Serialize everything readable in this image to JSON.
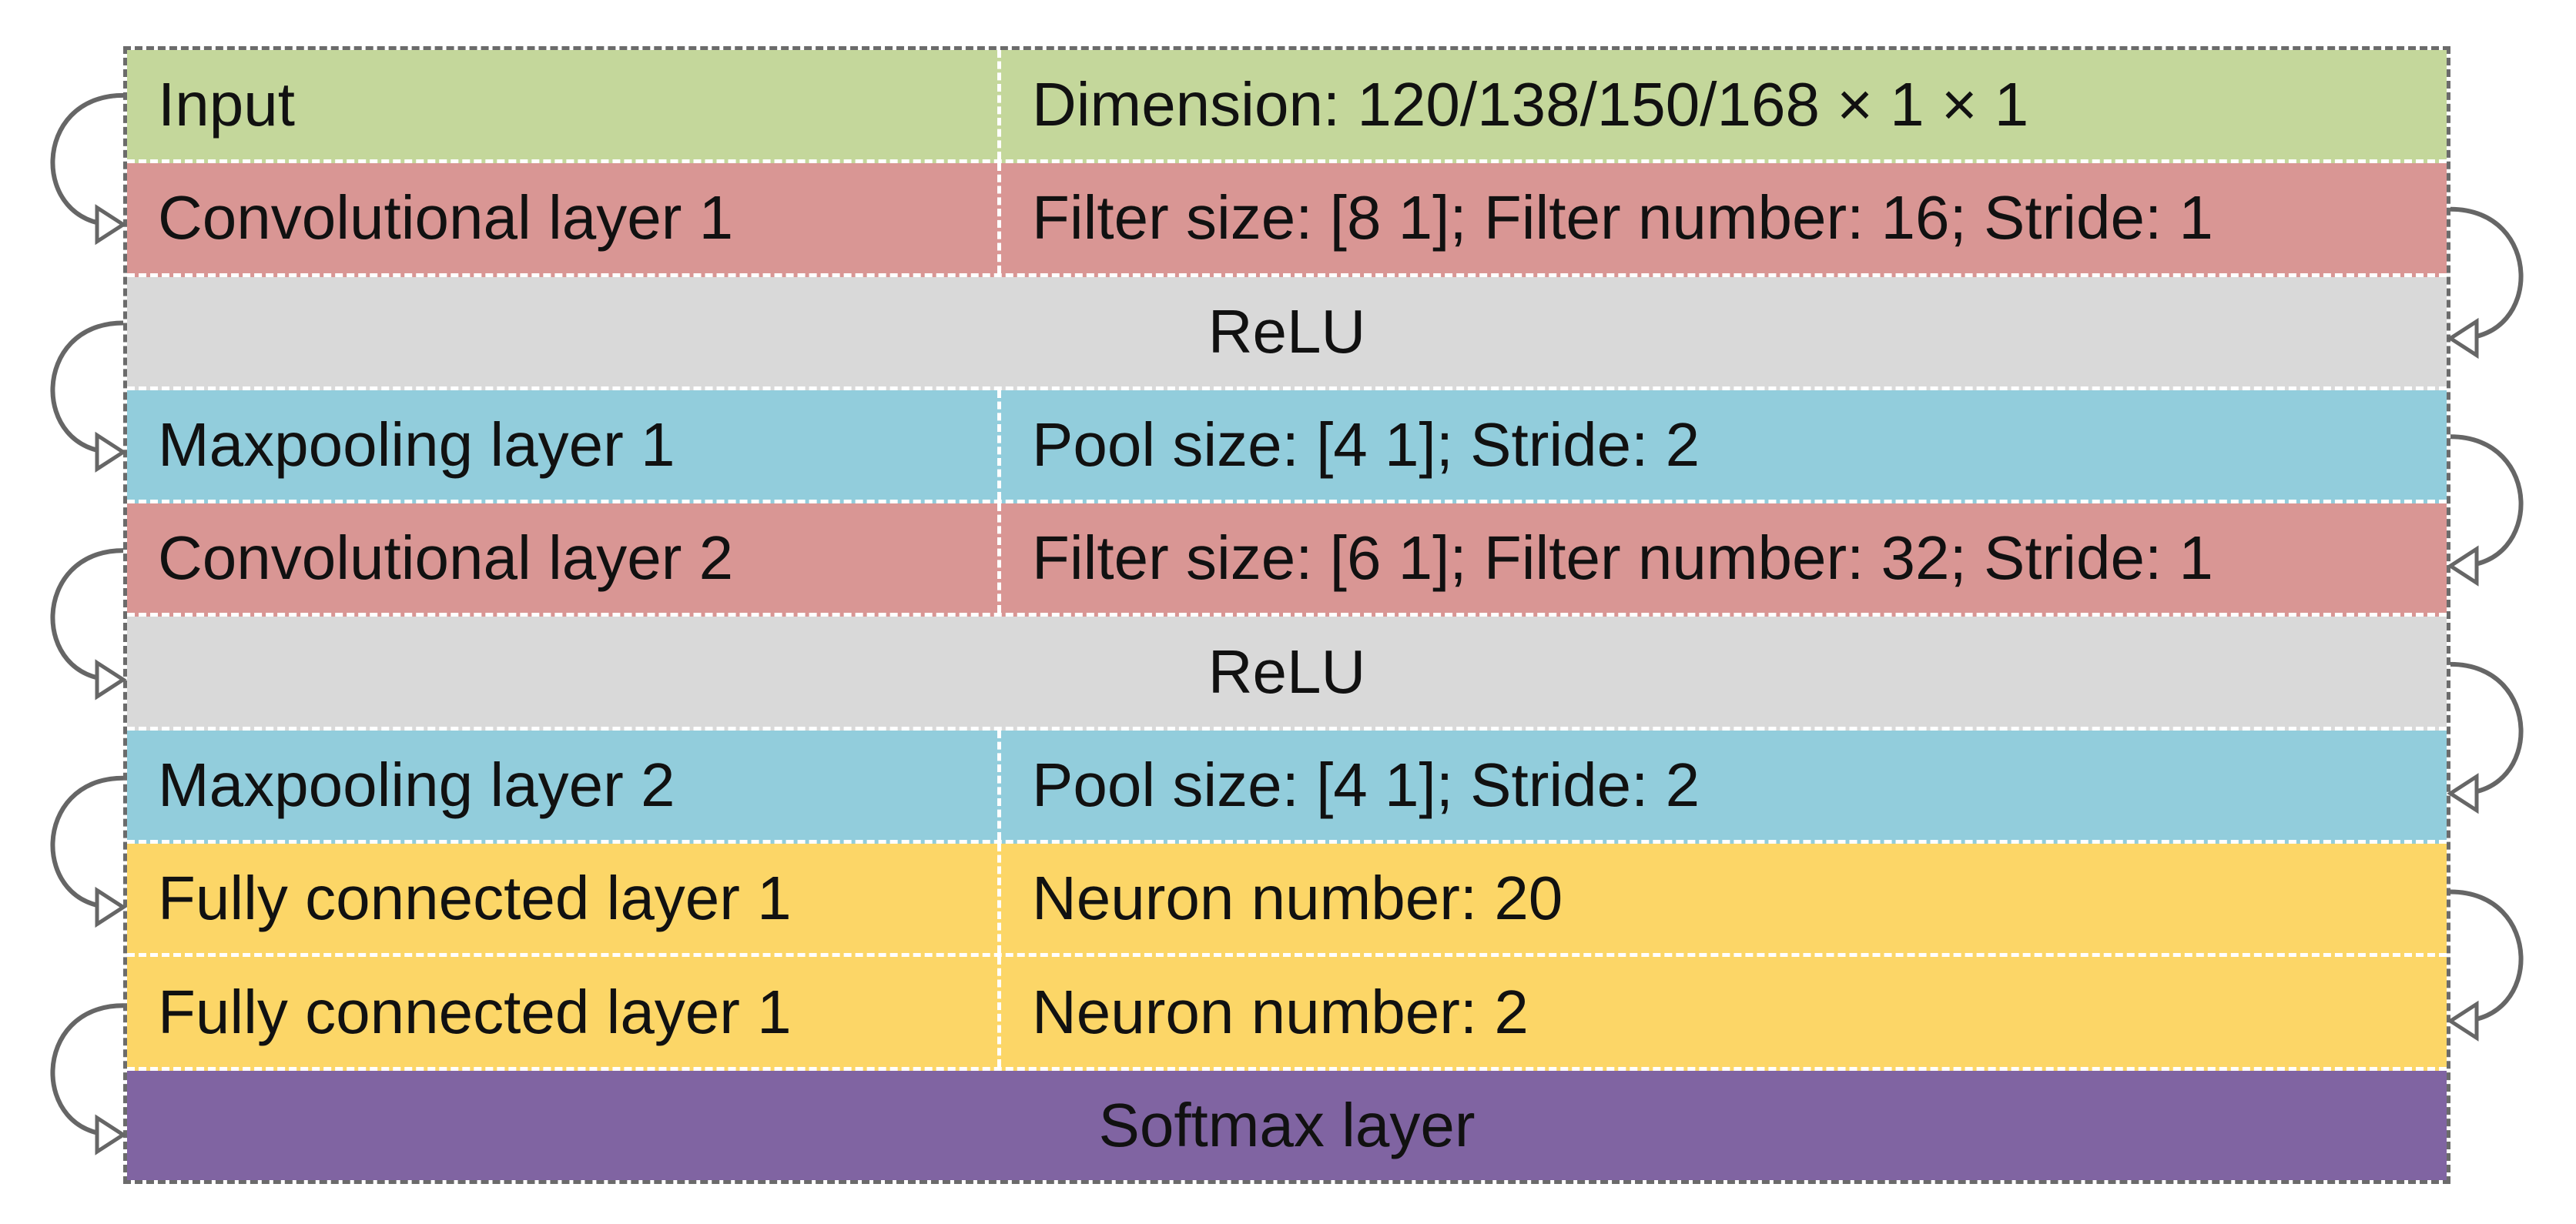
{
  "layers": [
    {
      "name": "Input",
      "desc": "Dimension: 120/138/150/168 × 1 × 1",
      "color": "#c4d79b",
      "span": false
    },
    {
      "name": "Convolutional layer 1",
      "desc": "Filter size: [8 1]; Filter number: 16; Stride: 1",
      "color": "#d99694",
      "span": false
    },
    {
      "name": "ReLU",
      "desc": "",
      "color": "#d9d9d9",
      "span": true
    },
    {
      "name": "Maxpooling layer 1",
      "desc": "Pool size: [4 1]; Stride: 2",
      "color": "#92cddc",
      "span": false
    },
    {
      "name": "Convolutional layer 2",
      "desc": "Filter size: [6 1]; Filter number: 32; Stride: 1",
      "color": "#d99694",
      "span": false
    },
    {
      "name": "ReLU",
      "desc": "",
      "color": "#d9d9d9",
      "span": true
    },
    {
      "name": "Maxpooling layer 2",
      "desc": "Pool size: [4 1]; Stride: 2",
      "color": "#92cddc",
      "span": false
    },
    {
      "name": "Fully connected layer 1",
      "desc": "Neuron number: 20",
      "color": "#fcd667",
      "span": false
    },
    {
      "name": "Fully connected layer 1",
      "desc": "Neuron number: 2",
      "color": "#fcd667",
      "span": false
    },
    {
      "name": "Softmax layer",
      "desc": "",
      "color": "#8064a2",
      "span": true
    }
  ],
  "arrow_color": "#666666"
}
